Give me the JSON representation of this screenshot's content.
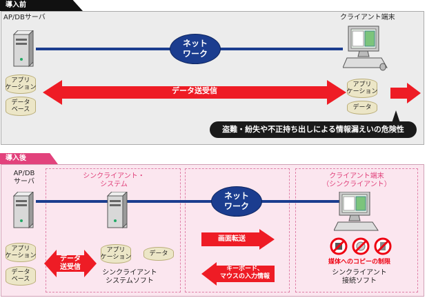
{
  "before": {
    "tag": "導入前",
    "server_label": "AP/DBサーバ",
    "client_label": "クライアント端末",
    "network": "ネット\nワーク",
    "disk_app": "アプリ\nケーション",
    "disk_data": "データ\nベース",
    "client_disk_app": "アプリ\nケーション",
    "client_disk_data": "データ",
    "transfer": "データ送受信",
    "warning": "盗難・紛失や不正持ち出しによる情報漏えいの危険性"
  },
  "after": {
    "tag": "導入後",
    "server_label": "AP/DB\nサーバ",
    "disk_app": "アプリ\nケーション",
    "disk_data": "データ\nベース",
    "transfer": "データ\n送受信",
    "thin_system_title": "シンクライアント・\nシステム",
    "thin_disk_app": "アプリ\nケーション",
    "thin_disk_data": "データ",
    "thin_soft": "シンクライアント\nシステムソフト",
    "network": "ネット\nワーク",
    "screen_transfer": "画面転送",
    "input_info": "キーボード、\nマウスの入力情報",
    "client_title": "クライアント端末\n（シンクライアント）",
    "media_restriction": "媒体へのコピーの制限",
    "connect_soft": "シンクライアント\n接続ソフト"
  },
  "colors": {
    "navy": "#1b3d8f",
    "red": "#ee1c25",
    "pink_bg": "#fbe6ef",
    "gray_bg": "#ececec"
  }
}
